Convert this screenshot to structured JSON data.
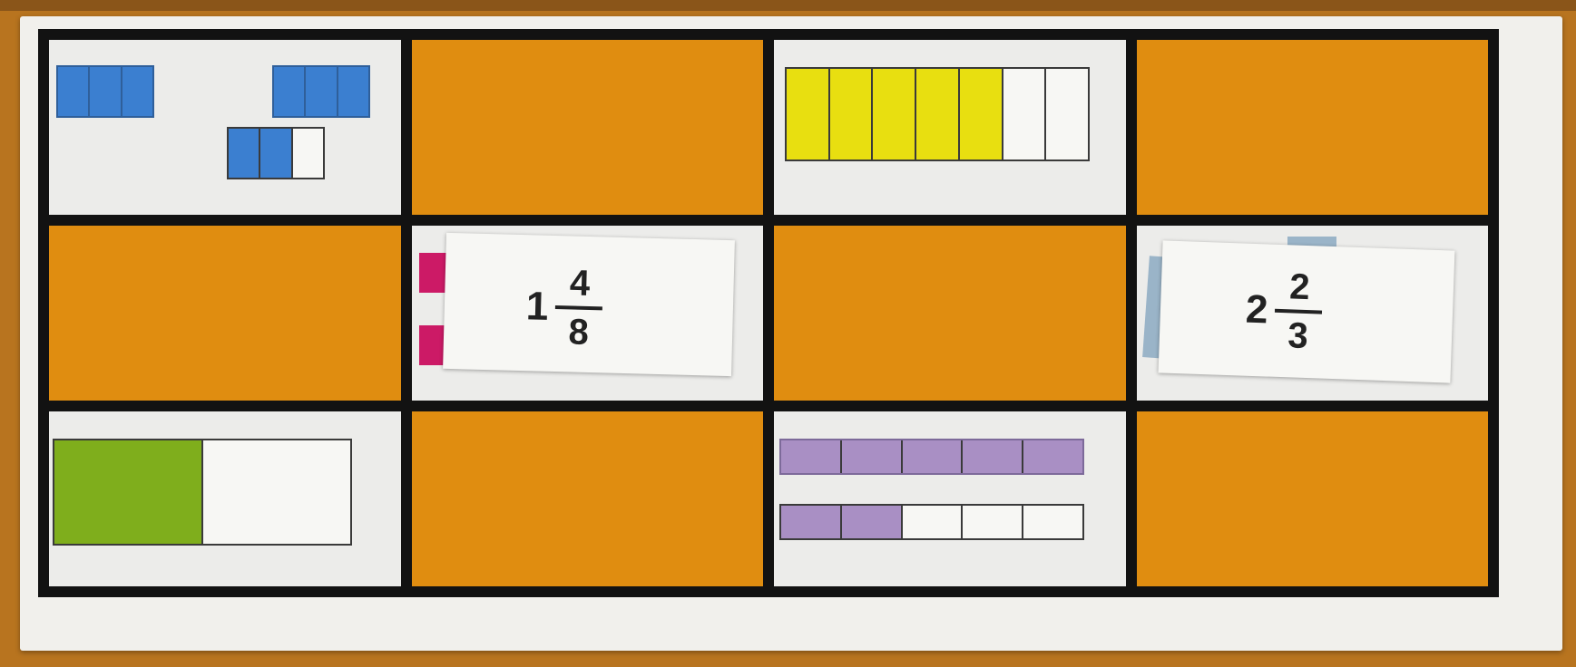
{
  "board": {
    "colors": {
      "orange": "#e08d10",
      "white": "#ececea",
      "frame": "#121212"
    },
    "cells": [
      {
        "type": "image",
        "model": "blue-bars",
        "color": "#3b7fd0",
        "pieces": [
          3,
          3,
          "2 of 3"
        ]
      },
      {
        "type": "blank",
        "color": "#e08d10"
      },
      {
        "type": "image",
        "model": "yellow-bar",
        "color": "#e8df10",
        "shaded": 5,
        "total": 7
      },
      {
        "type": "blank",
        "color": "#e08d10"
      },
      {
        "type": "blank",
        "color": "#e08d10"
      },
      {
        "type": "card",
        "mixed": {
          "whole": "1",
          "numerator": "4",
          "denominator": "8"
        }
      },
      {
        "type": "blank",
        "color": "#e08d10"
      },
      {
        "type": "card",
        "mixed": {
          "whole": "2",
          "numerator": "2",
          "denominator": "3"
        }
      },
      {
        "type": "image",
        "model": "green-bar",
        "color": "#7fae1c",
        "shaded": 1,
        "total": 2
      },
      {
        "type": "blank",
        "color": "#e08d10"
      },
      {
        "type": "image",
        "model": "purple-bars",
        "color": "#a98fc4",
        "bar1_shaded": 5,
        "bar2_shaded": 2,
        "total": 5
      },
      {
        "type": "blank",
        "color": "#e08d10"
      }
    ]
  }
}
